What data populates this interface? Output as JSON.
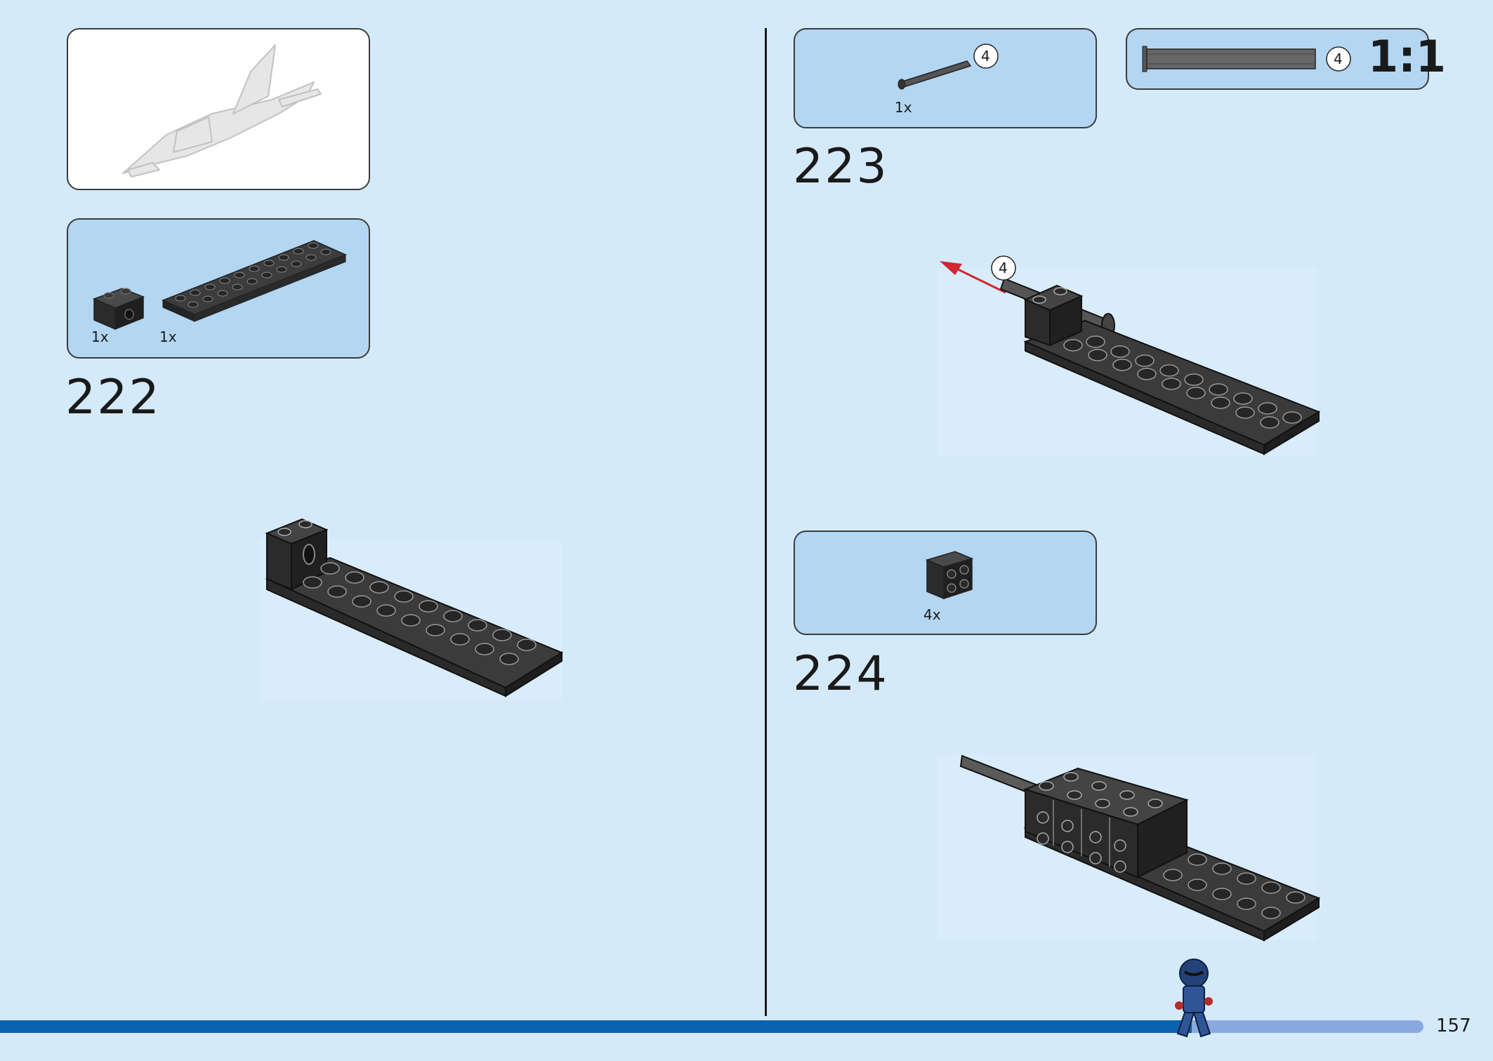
{
  "left": {
    "step": "222",
    "parts": [
      {
        "qty": "1x",
        "part": "technic-brick-1x2-black"
      },
      {
        "qty": "1x",
        "part": "plate-2x10-black"
      }
    ]
  },
  "right": {
    "step_223": {
      "step": "223",
      "part_qty": "1x",
      "axle_length_label": "4",
      "callout_label": "4",
      "arrow_label": "4",
      "scale": "1:1"
    },
    "step_224": {
      "step": "224",
      "part_qty": "4x"
    }
  },
  "footer": {
    "page_number": "157",
    "progress": 0.81
  },
  "colors": {
    "background": "#d5eaf9",
    "panel": "#b3d6f2",
    "footer_bar": "#0b62ad",
    "footer_bar_light": "#88aadf",
    "arrow": "#d22630"
  }
}
